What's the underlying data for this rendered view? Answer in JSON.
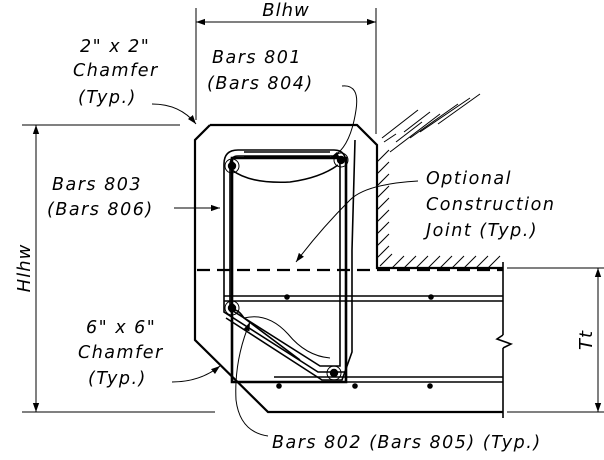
{
  "dimensions": {
    "top_width": "Blhw",
    "left_height": "Hlhw",
    "right_height": "Tt"
  },
  "labels": {
    "chamfer_top_line1": "2\" x 2\"",
    "chamfer_top_line2": "Chamfer",
    "chamfer_top_line3": "(Typ.)",
    "bars801_line1": "Bars 801",
    "bars801_line2": "(Bars 804)",
    "bars803_line1": "Bars 803",
    "bars803_line2": "(Bars 806)",
    "joint_line1": "Optional",
    "joint_line2": "Construction",
    "joint_line3": "Joint (Typ.)",
    "chamfer_bot_line1": "6\" x 6\"",
    "chamfer_bot_line2": "Chamfer",
    "chamfer_bot_line3": "(Typ.)",
    "bars802": "Bars 802 (Bars 805) (Typ.)"
  }
}
